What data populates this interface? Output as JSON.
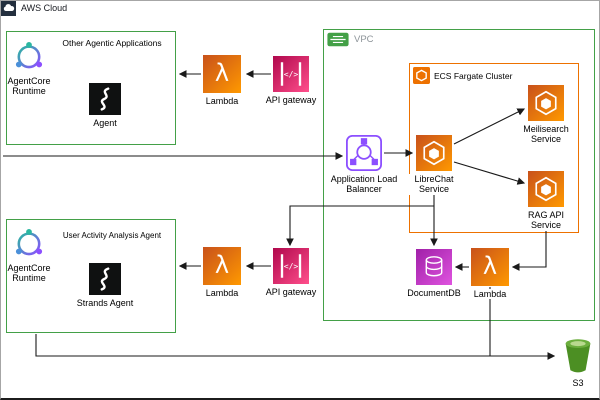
{
  "labels": {
    "aws_cloud": "AWS Cloud",
    "vpc": "VPC",
    "ecs_cluster": "ECS Fargate Cluster",
    "group_other_title": "Other Agentic Applications",
    "group_user_title": "User Activity Analysis Agent",
    "agentcore_runtime_1": "AgentCore Runtime",
    "agent_1": "Agent",
    "agentcore_runtime_2": "AgentCore Runtime",
    "agent_2": "Strands Agent",
    "lambda_1": "Lambda",
    "api_gateway_1": "API gateway",
    "alb": "Application Load Balancer",
    "librechat": "LibreChat Service",
    "meilisearch": "Meilisearch Service",
    "rag_api": "RAG API Service",
    "documentdb": "DocumentDB",
    "lambda_2": "Lambda",
    "api_gateway_2": "API gateway",
    "lambda_3": "Lambda",
    "s3": "S3"
  },
  "icons": {
    "lambda_glyph": "λ",
    "api_gateway_glyph": "</>"
  },
  "colors": {
    "group_green": "#43A047",
    "cluster_orange": "#ED7100",
    "lambda_orange": "#FF9900",
    "api_gateway_pink": "#E7157B",
    "alb_purple": "#8C4FFF",
    "documentdb_magenta": "#C925D1",
    "s3_green": "#6CAE3E",
    "agent_black": "#0F1111",
    "aws_dark": "#232F3E",
    "arrow_black": "#1A1A1A"
  }
}
